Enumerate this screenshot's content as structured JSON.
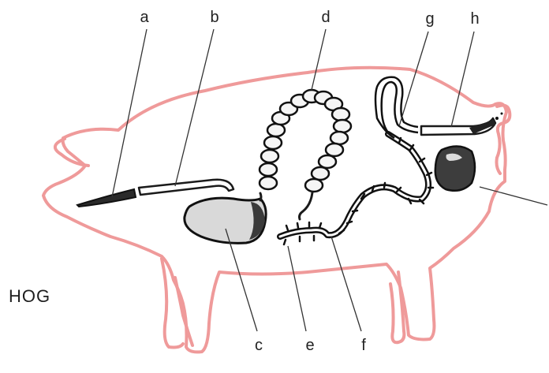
{
  "diagram": {
    "title": "HOG",
    "outline_color": "#ef9a9a",
    "ink_color": "#1a1a1a",
    "labels": {
      "a": "a",
      "b": "b",
      "c": "c",
      "d": "d",
      "e": "e",
      "f": "f",
      "g": "g",
      "h": "h"
    }
  }
}
